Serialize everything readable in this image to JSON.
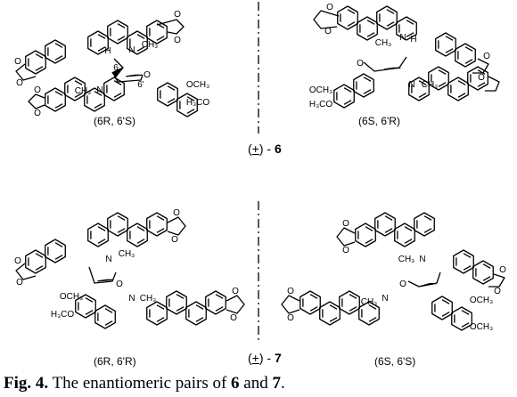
{
  "figure": {
    "caption": {
      "label": "Fig. 4.",
      "text_a": "The enantiomeric pairs of ",
      "compound_a": "6",
      "text_b": " and ",
      "compound_b": "7",
      "text_c": "."
    },
    "pairs": [
      {
        "prefix": "(",
        "sign": "+",
        "suffix": ") - ",
        "compound": "6"
      },
      {
        "prefix": "(",
        "sign": "+",
        "suffix": ") - ",
        "compound": "7"
      }
    ],
    "stereo_labels": {
      "top_left": "(6R, 6'S)",
      "top_right": "(6S, 6'R)",
      "bottom_left": "(6R, 6'R)",
      "bottom_right": "(6S, 6'S)"
    },
    "atom_labels": {
      "n": "N",
      "h": "H",
      "o": "O",
      "ch3": "CH₃",
      "och3": "OCH₃",
      "h3co": "H₃CO",
      "pos6": "6",
      "pos6p": "6'"
    }
  }
}
